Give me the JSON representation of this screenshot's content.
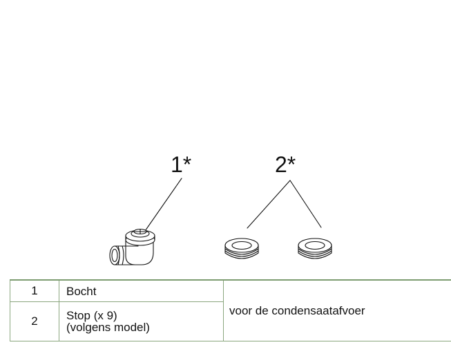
{
  "figure": {
    "callout_1": "1*",
    "callout_2": "2*"
  },
  "table": {
    "rows": [
      {
        "number": "1",
        "name_line1": "Bocht",
        "name_line2": ""
      },
      {
        "number": "2",
        "name_line1": "Stop (x 9)",
        "name_line2": "(volgens model)"
      }
    ],
    "description": "voor de condensaatafvoer"
  },
  "colors": {
    "table_border": "#8aa67e",
    "line_art": "#111111"
  }
}
